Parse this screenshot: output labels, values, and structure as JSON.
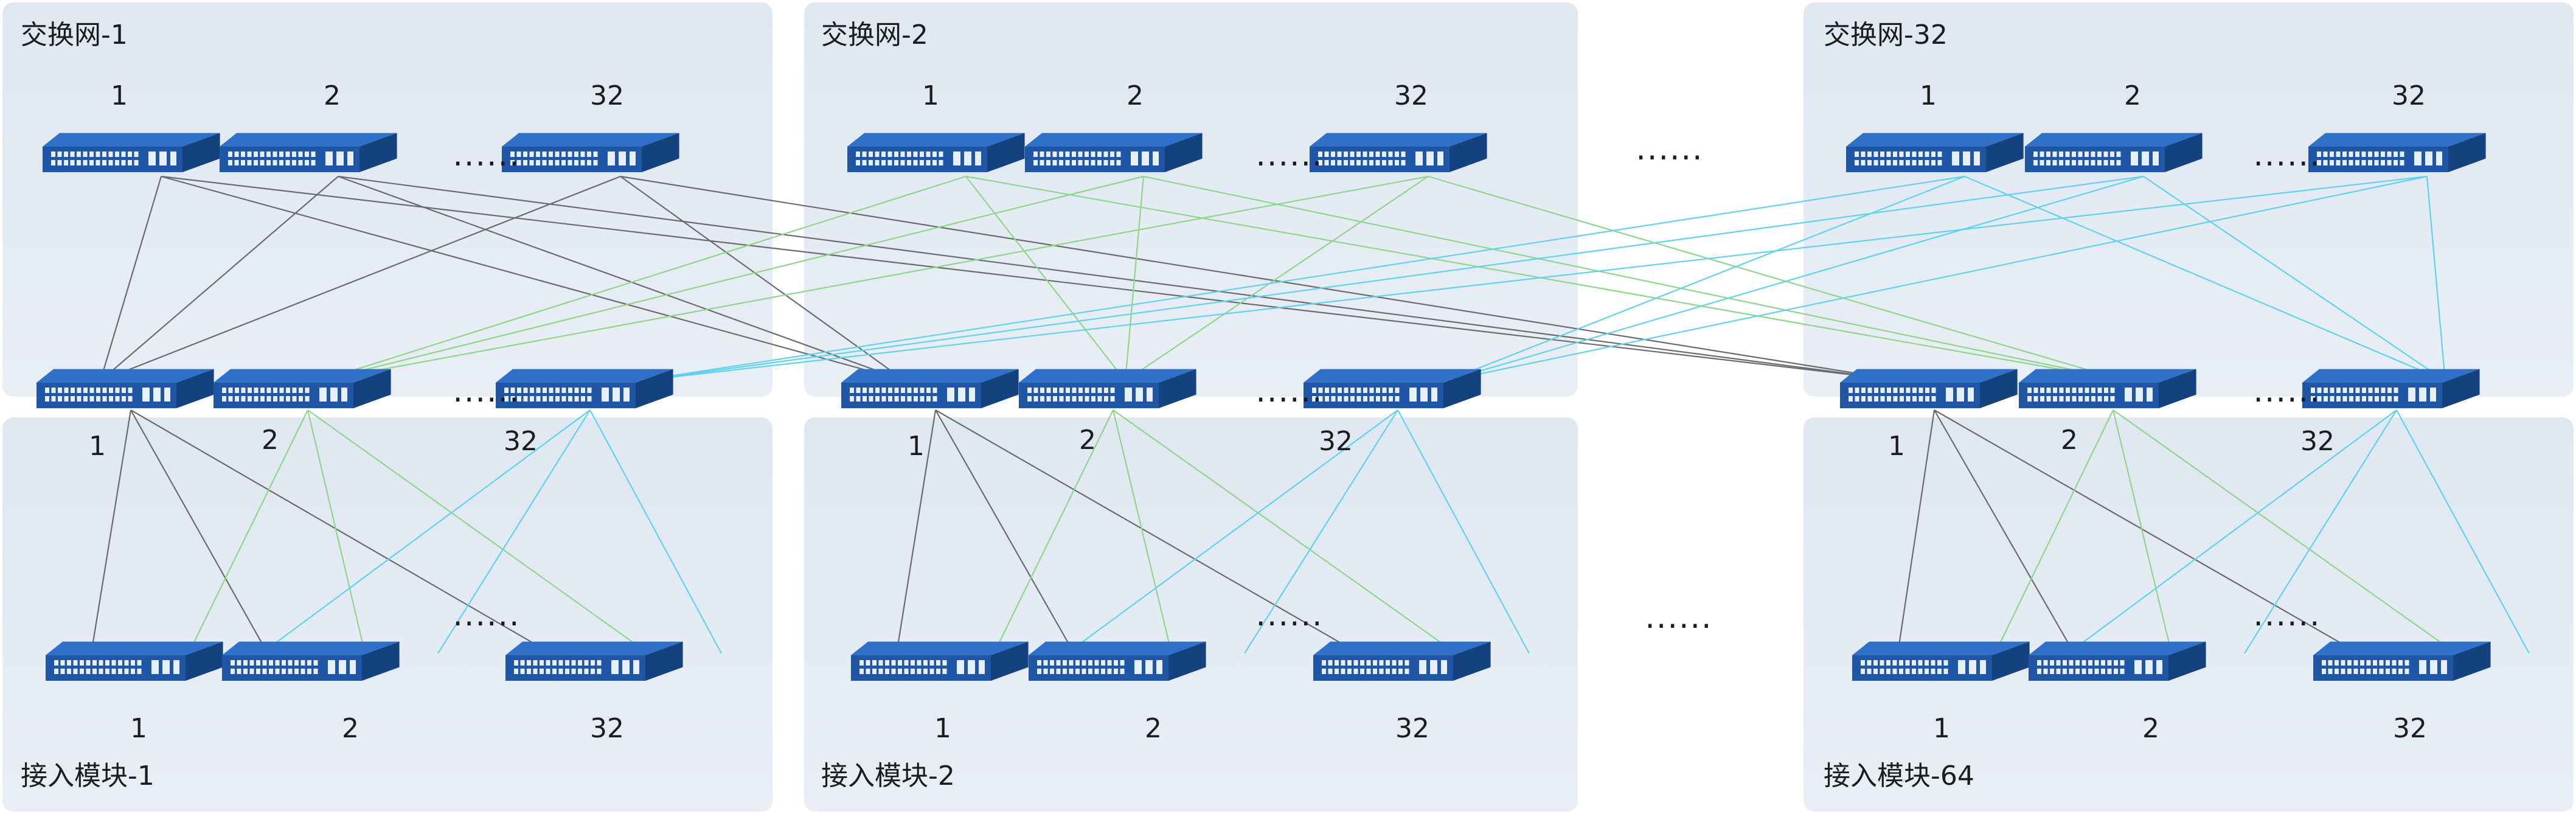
{
  "colors": {
    "panel_fill": "#dfe7f1",
    "switch_front": "#1f57a6",
    "switch_top": "#2f70c8",
    "switch_side": "#14427f",
    "port": "#e8f0fb",
    "link_black": "#6b6b6b",
    "link_green": "#8fd68a",
    "link_cyan": "#5fd3ee"
  },
  "switch_icon": "network-switch-icon",
  "ellipsis": "......",
  "exchange_networks": [
    {
      "title": "交换网-1",
      "spine_labels": [
        "1",
        "2",
        "32"
      ],
      "leaf_labels": [
        "1",
        "2",
        "32"
      ]
    },
    {
      "title": "交换网-2",
      "spine_labels": [
        "1",
        "2",
        "32"
      ],
      "leaf_labels": [
        "1",
        "2",
        "32"
      ]
    },
    {
      "title": "交换网-32",
      "spine_labels": [
        "1",
        "2",
        "32"
      ],
      "leaf_labels": [
        "1",
        "2",
        "32"
      ]
    }
  ],
  "access_modules": [
    {
      "title": "接入模块-1",
      "labels": [
        "1",
        "2",
        "32"
      ]
    },
    {
      "title": "接入模块-2",
      "labels": [
        "1",
        "2",
        "32"
      ]
    },
    {
      "title": "接入模块-64",
      "labels": [
        "1",
        "2",
        "32"
      ]
    }
  ]
}
